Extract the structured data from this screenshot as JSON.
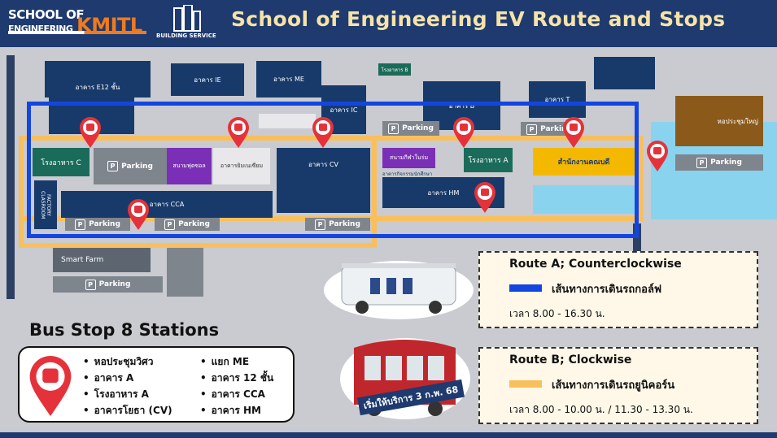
{
  "header": {
    "logo_school_line1": "SCHOOL OF",
    "logo_school_line2": "ENGINEERING",
    "logo_kmitl": "KMITL",
    "building_service": "BUILDING SERVICE",
    "title": "School of Engineering EV Route and Stops"
  },
  "map": {
    "buildings": {
      "e12": "อาคาร E12 ชั้น",
      "ie": "อาคาร IE",
      "me": "อาคาร ME",
      "ic": "อาคาร IC",
      "b": "อาคาร B",
      "t": "อาคาร T",
      "canteen_b": "โรงอาหาร B",
      "canteen_c": "โรงอาหาร C",
      "futsal": "สนามฟุตซอล",
      "gym": "อาคารยิมเนเซียม",
      "cv": "อาคาร CV",
      "cca": "อาคาร CCA",
      "factory": "FACTORY CLASROOM",
      "stadium": "สนามกีฬาในร่ม",
      "student_activity": "อาคารกิจกรรมนักศึกษา",
      "canteen_a": "โรงอาหาร A",
      "hm": "อาคาร HM",
      "dean": "สำนักงานคณบดี",
      "hall": "หอประชุมใหญ่",
      "smart_farm": "Smart Farm"
    },
    "parking_label": "Parking"
  },
  "routes": {
    "a": {
      "title": "Route A; Counterclockwise",
      "line": "เส้นทางการเดินรถกอล์ฟ",
      "time": "เวลา 8.00 - 16.30 น.",
      "color": "#1346e0"
    },
    "b": {
      "title": "Route B; Clockwise",
      "line": "เส้นทางการเดินรถยูนิคอร์น",
      "time": "เวลา 8.00 - 10.00 น. / 11.30 - 13.30 น.",
      "color": "#f9bf5c"
    },
    "tram_banner": "เริ่มให้บริการ 3 ก.พ. 68"
  },
  "stops": {
    "title": "Bus Stop 8 Stations",
    "col1": [
      "หอประชุมวิศว",
      "อาคาร A",
      "โรงอาหาร A",
      "อาคารโยธา (CV)"
    ],
    "col2": [
      "แยก ME",
      "อาคาร 12 ชั้น",
      "อาคาร CCA",
      "อาคาร HM"
    ]
  },
  "colors": {
    "navy": "#173a6a",
    "pin": "#e5323a",
    "teal": "#1b6b5a",
    "purple": "#7a2fb6",
    "yellow": "#f5b800"
  }
}
